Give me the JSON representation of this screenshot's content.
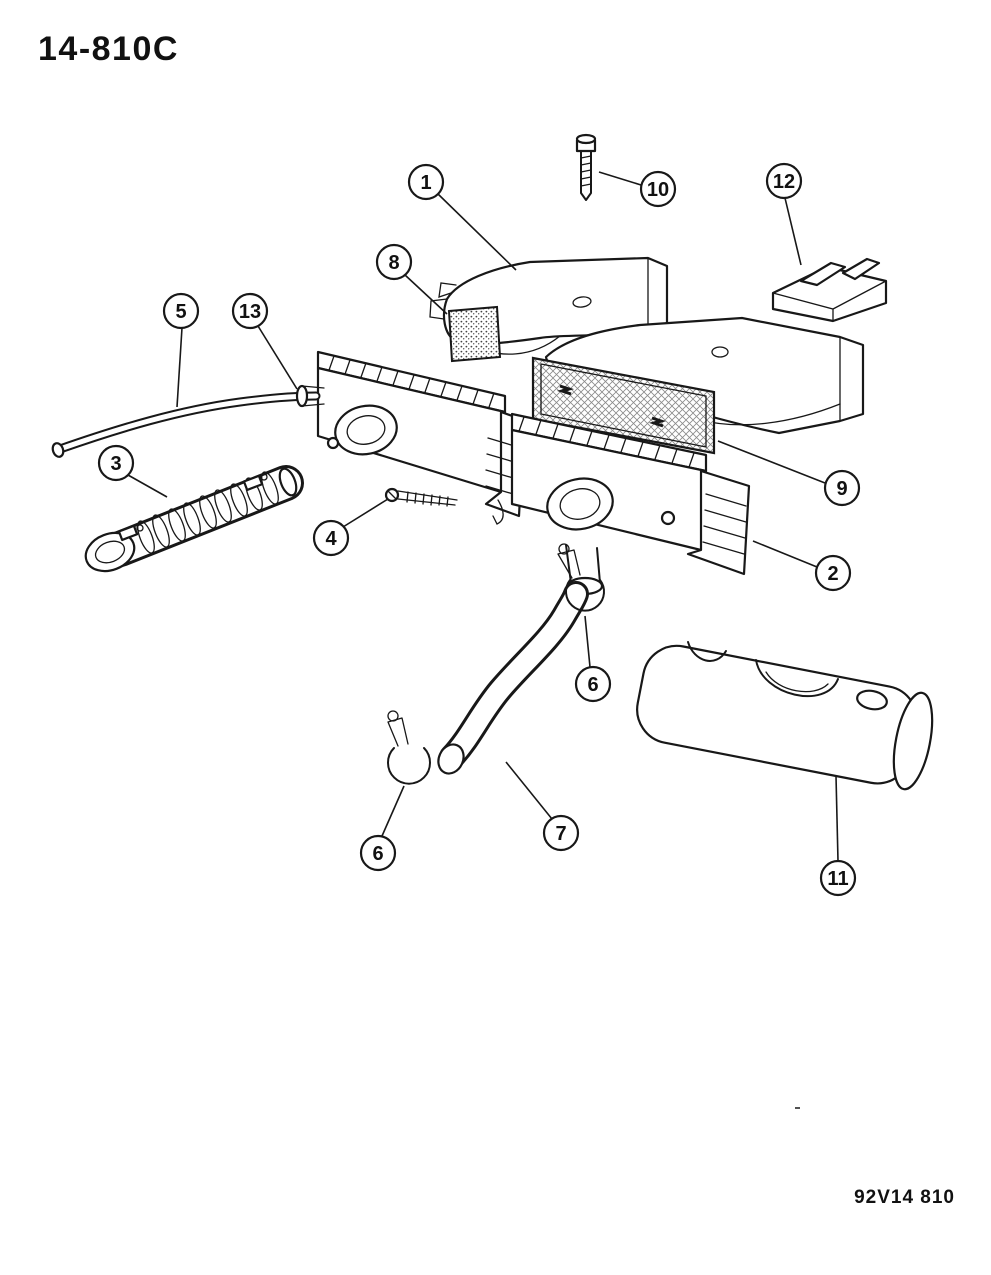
{
  "diagram": {
    "page_code": "14-810C",
    "sheet_code": "92V14 810",
    "callouts": [
      {
        "label": "1"
      },
      {
        "label": "2"
      },
      {
        "label": "3"
      },
      {
        "label": "4"
      },
      {
        "label": "5"
      },
      {
        "label": "6"
      },
      {
        "label": "6"
      },
      {
        "label": "7"
      },
      {
        "label": "8"
      },
      {
        "label": "9"
      },
      {
        "label": "10"
      },
      {
        "label": "11"
      },
      {
        "label": "12"
      },
      {
        "label": "13"
      }
    ]
  }
}
